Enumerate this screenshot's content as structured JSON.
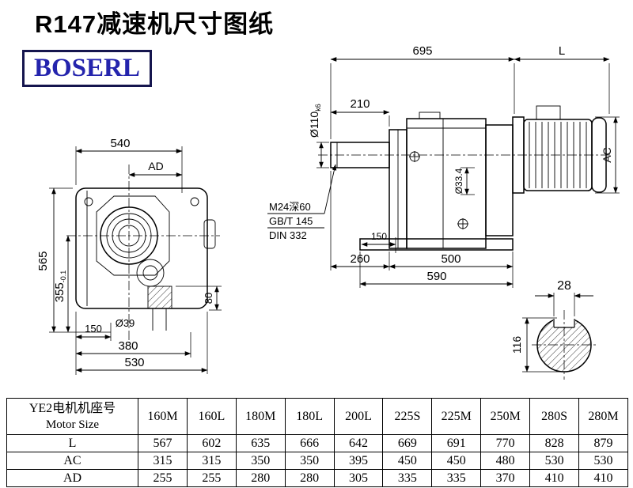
{
  "page": {
    "title": "R147减速机尺寸图纸",
    "brand": "BOSERL"
  },
  "front_view": {
    "dim_540": "540",
    "dim_ad": "AD",
    "dim_565": "565",
    "dim_355": "355",
    "dim_355_tol": "-0.1",
    "dim_150": "150",
    "dim_shaft": "Ø39",
    "dim_380": "380",
    "dim_530": "530",
    "dim_80": "80"
  },
  "side_view": {
    "dim_695": "695",
    "dim_L": "L",
    "dim_210": "210",
    "dim_shaft_dia": "Ø110",
    "dim_shaft_fit": "k6",
    "tap_line1": "M24深60",
    "tap_line2": "GB/T 145",
    "tap_line3": "DIN 332",
    "dim_334": "Ø33.4",
    "dim_150": "150",
    "dim_260": "260",
    "dim_500": "500",
    "dim_590": "590",
    "dim_ac": "AC"
  },
  "section_view": {
    "dim_28": "28",
    "dim_116": "116"
  },
  "table": {
    "header_line1": "YE2电机机座号",
    "header_line2": "Motor Size",
    "columns": [
      "160M",
      "160L",
      "180M",
      "180L",
      "200L",
      "225S",
      "225M",
      "250M",
      "280S",
      "280M"
    ],
    "rows": [
      {
        "label": "L",
        "values": [
          "567",
          "602",
          "635",
          "666",
          "642",
          "669",
          "691",
          "770",
          "828",
          "879"
        ]
      },
      {
        "label": "AC",
        "values": [
          "315",
          "315",
          "350",
          "350",
          "395",
          "450",
          "450",
          "480",
          "530",
          "530"
        ]
      },
      {
        "label": "AD",
        "values": [
          "255",
          "255",
          "280",
          "280",
          "305",
          "335",
          "335",
          "370",
          "410",
          "410"
        ]
      }
    ]
  }
}
